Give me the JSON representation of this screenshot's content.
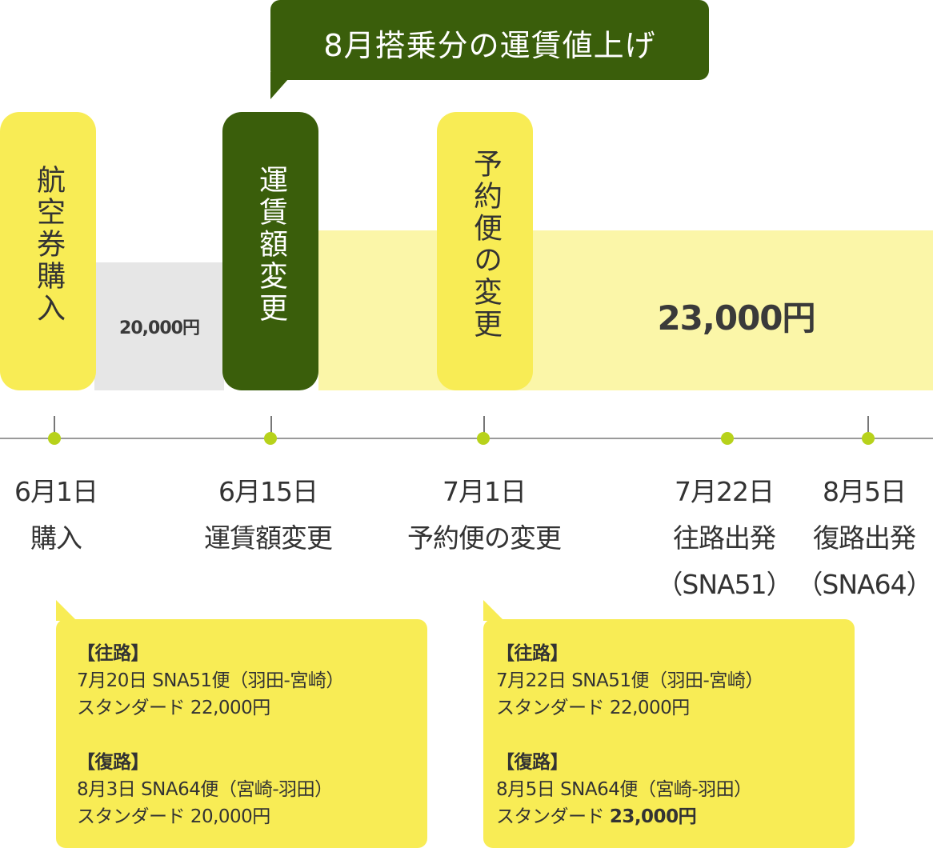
{
  "callout": {
    "text": "8月搭乗分の運賃値上げ"
  },
  "pills": [
    {
      "label": "航空券購入"
    },
    {
      "label": "運賃額変更"
    },
    {
      "label": "予約便の変更"
    }
  ],
  "bands": {
    "old_price": "20,000円",
    "new_price": "23,000円"
  },
  "timeline": {
    "marks": [
      {
        "date": "6月1日",
        "desc": "購入",
        "flight": ""
      },
      {
        "date": "6月15日",
        "desc": "運賃額変更",
        "flight": ""
      },
      {
        "date": "7月1日",
        "desc": "予約便の変更",
        "flight": ""
      },
      {
        "date": "7月22日",
        "desc": "往路出発",
        "flight": "（SNA51）"
      },
      {
        "date": "8月5日",
        "desc": "復路出発",
        "flight": "（SNA64）"
      }
    ]
  },
  "fare_boxes": [
    {
      "outbound_header": "【往路】",
      "outbound_flight": "7月20日 SNA51便（羽田-宮崎）",
      "outbound_fare_prefix": "スタンダード ",
      "outbound_fare_value": "22,000円",
      "return_header": "【復路】",
      "return_flight": "8月3日 SNA64便（宮崎-羽田）",
      "return_fare_prefix": "スタンダード ",
      "return_fare_value": "20,000円"
    },
    {
      "outbound_header": "【往路】",
      "outbound_flight": "7月22日 SNA51便（羽田-宮崎）",
      "outbound_fare_prefix": "スタンダード ",
      "outbound_fare_value": "22,000円",
      "return_header": "【復路】",
      "return_flight": "8月5日 SNA64便（宮崎-羽田）",
      "return_fare_prefix": "スタンダード ",
      "return_fare_value": "23,000円"
    }
  ],
  "colors": {
    "dark_green": "#3a5e0b",
    "yellow": "#f8ec55",
    "light_yellow": "#fbf6a8",
    "gray_band": "#e6e6e6",
    "dot": "#b7d21b"
  }
}
